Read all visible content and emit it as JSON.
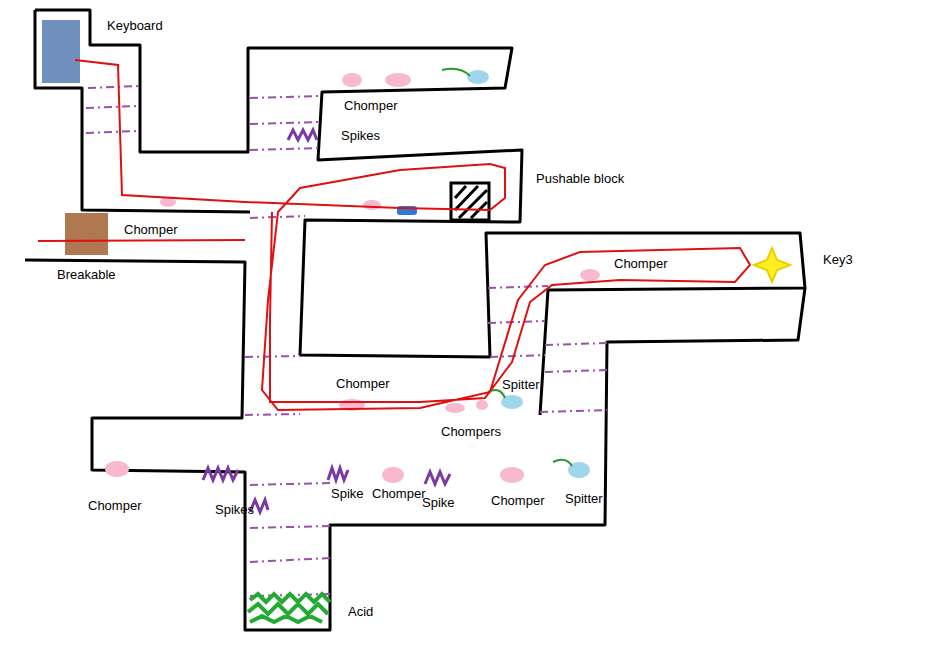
{
  "diagram": {
    "labels": [
      "Keyboard",
      "Chomper",
      "Spikes",
      "Pushable block",
      "Chomper",
      "Breakable",
      "Chomper",
      "Key3",
      "Chomper",
      "Spitter",
      "Chompers",
      "Chomper",
      "Spikes",
      "Spike",
      "Chomper",
      "Spike",
      "Chomper",
      "Spitter",
      "Acid"
    ]
  }
}
